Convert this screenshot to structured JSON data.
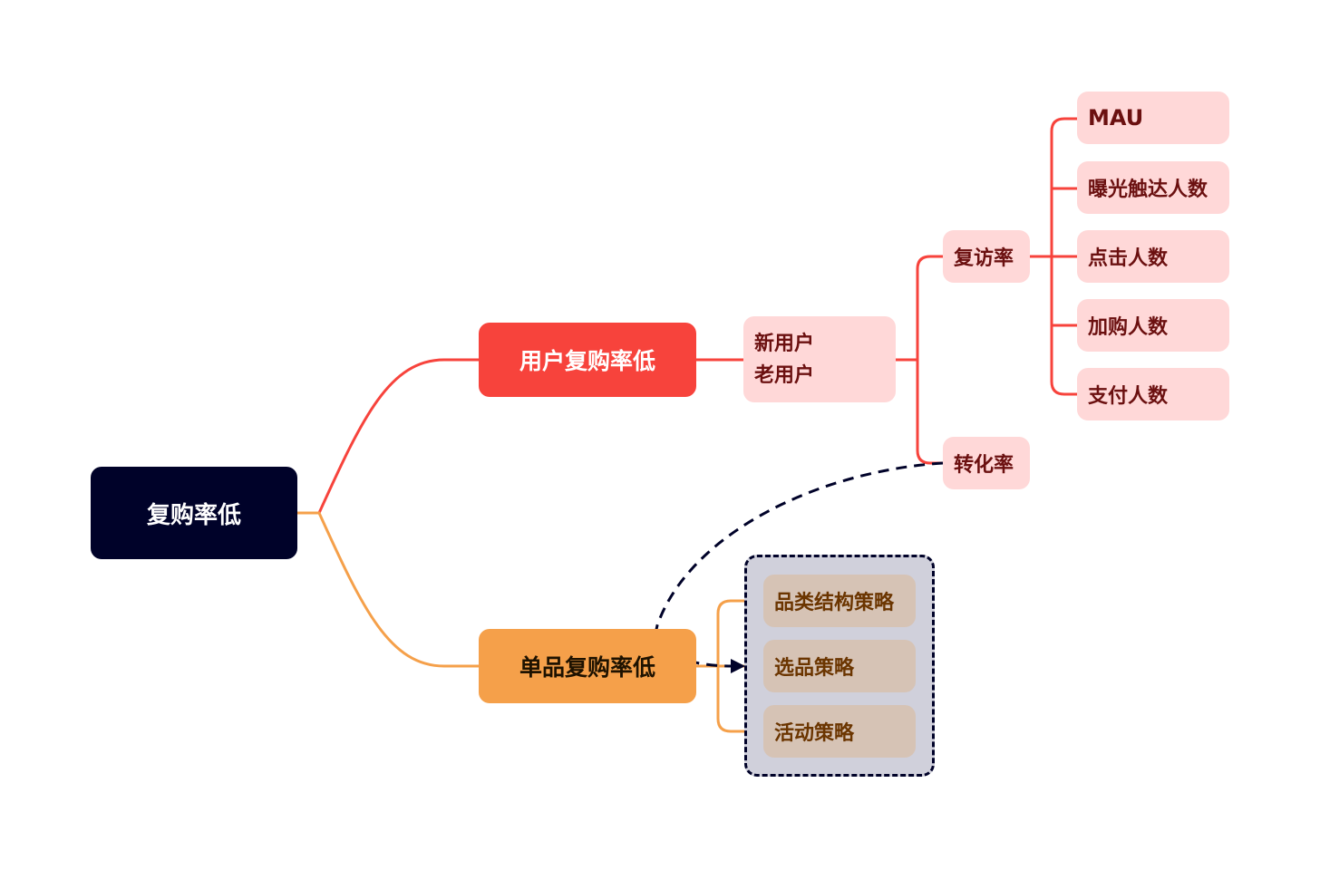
{
  "root": {
    "label": "复购率低"
  },
  "branches": {
    "user": {
      "label": "用户复购率低",
      "color": "#f7433c"
    },
    "product": {
      "label": "单品复购率低",
      "color": "#f5a04a"
    }
  },
  "user_types": [
    "新用户",
    "老用户"
  ],
  "metrics": {
    "revisit": {
      "label": "复访率"
    },
    "conversion": {
      "label": "转化率"
    }
  },
  "funnel": [
    "MAU",
    "曝光触达人数",
    "点击人数",
    "加购人数",
    "支付人数"
  ],
  "strategies": [
    "品类结构策略",
    "选品策略",
    "活动策略"
  ],
  "colors": {
    "root_bg": "#000229",
    "pink_node": "#ffd8d8",
    "strategy_node": "#d6c3b5",
    "group_bg": "#d0d0db"
  }
}
